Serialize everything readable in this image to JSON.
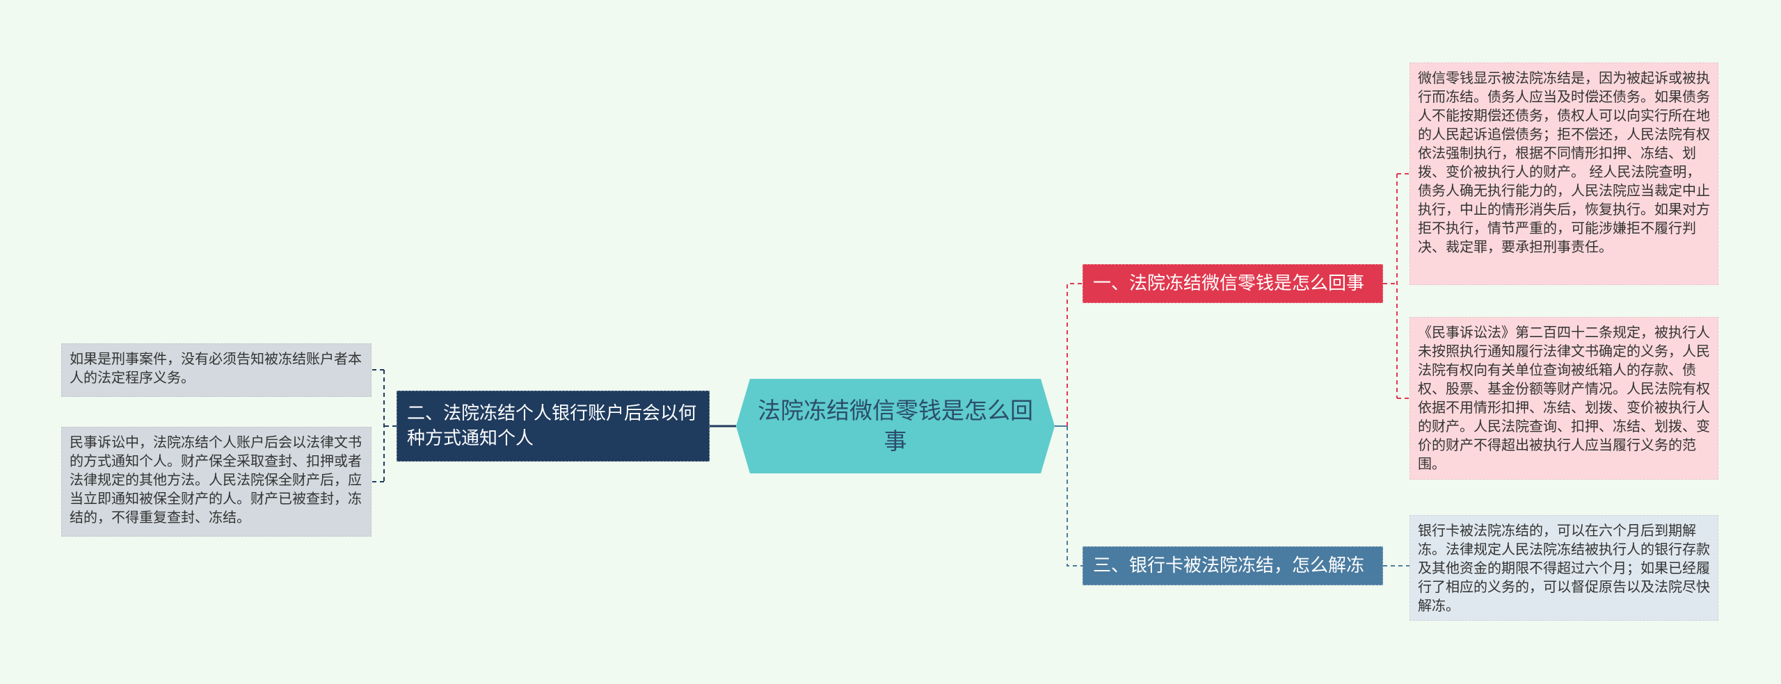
{
  "mindmap": {
    "center": {
      "label": "法院冻结微信零钱是怎么回事"
    },
    "branches": [
      {
        "id": "branch-1",
        "label": "一、法院冻结微信零钱是怎么回事",
        "color": "#e0384e",
        "leaves": [
          "微信零钱显示被法院冻结是，因为被起诉或被执行而冻结。债务人应当及时偿还债务。如果债务人不能按期偿还债务，债权人可以向实行所在地的人民起诉追偿债务；拒不偿还，人民法院有权依法强制执行，根据不同情形扣押、冻结、划拨、变价被执行人的财产。 经人民法院查明，债务人确无执行能力的，人民法院应当裁定中止执行，中止的情形消失后，恢复执行。如果对方拒不执行，情节严重的，可能涉嫌拒不履行判决、裁定罪，要承担刑事责任。",
          "《民事诉讼法》第二百四十二条规定，被执行人未按照执行通知履行法律文书确定的义务，人民法院有权向有关单位查询被纸箱人的存款、债权、股票、基金份额等财产情况。人民法院有权依据不用情形扣押、冻结、划拨、变价被执行人的财产。人民法院查询、扣押、冻结、划拨、变价的财产不得超出被执行人应当履行义务的范围。"
        ]
      },
      {
        "id": "branch-2",
        "label": "二、法院冻结个人银行账户后会以何种方式通知个人",
        "color": "#1f3b5e",
        "leaves": [
          "如果是刑事案件，没有必须告知被冻结账户者本人的法定程序义务。",
          "民事诉讼中，法院冻结个人账户后会以法律文书的方式通知个人。财产保全采取查封、扣押或者法律规定的其他方法。人民法院保全财产后，应当立即通知被保全财产的人。财产已被查封，冻结的，不得重复查封、冻结。"
        ]
      },
      {
        "id": "branch-3",
        "label": "三、银行卡被法院冻结，怎么解冻",
        "color": "#4a7ba0",
        "leaves": [
          "银行卡被法院冻结的，可以在六个月后到期解冻。法律规定人民法院冻结被执行人的银行存款及其他资金的期限不得超过六个月；如果已经履行了相应的义务的，可以督促原告以及法院尽快解冻。"
        ]
      }
    ],
    "colors": {
      "background": "#f0faf0",
      "center_fill": "#5ecbcc",
      "center_text": "#2b4d6d",
      "leaf_pink": "#fcd8dc",
      "leaf_gray": "#d3d9de",
      "leaf_blue_gray": "#dfe8ee"
    }
  }
}
